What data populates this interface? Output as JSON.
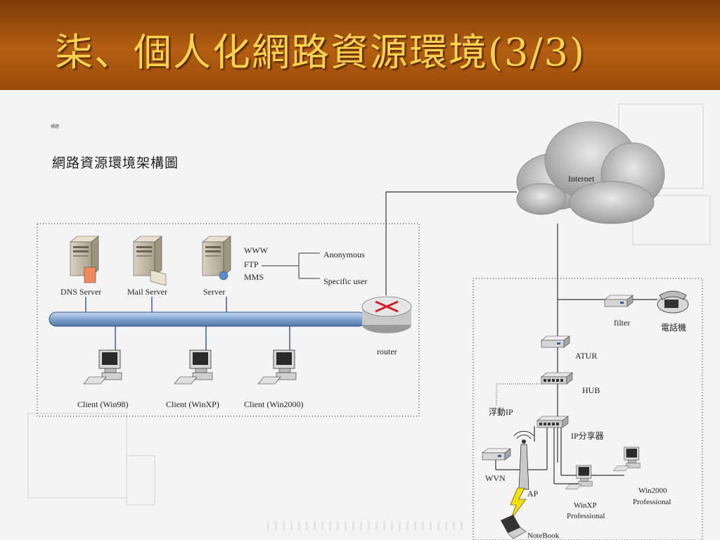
{
  "title": "柒、個人化網路資源環境(3/3)",
  "note_tag": "標題",
  "diagram_title": "網路資源環境架構圖",
  "internet": "Internet",
  "lan": {
    "dns": "DNS Server",
    "mail": "Mail Server",
    "server": "Server",
    "services": [
      "WWW",
      "FTP",
      "MMS"
    ],
    "users": [
      "Anonymous",
      "Specific user"
    ],
    "router": "router",
    "clients": [
      "Client (Win98)",
      "Client (WinXP)",
      "Client (Win2000)"
    ]
  },
  "home": {
    "filter": "filter",
    "phone": "電話機",
    "atur": "ATUR",
    "hub": "HUB",
    "floating_ip": "浮動IP",
    "ip_share": "IP分享器",
    "wvn": "WVN",
    "ap": "AP",
    "winxp": [
      "WinXP",
      "Professional"
    ],
    "win2000": [
      "Win2000",
      "Professional"
    ],
    "notebook": "NoteBook"
  }
}
